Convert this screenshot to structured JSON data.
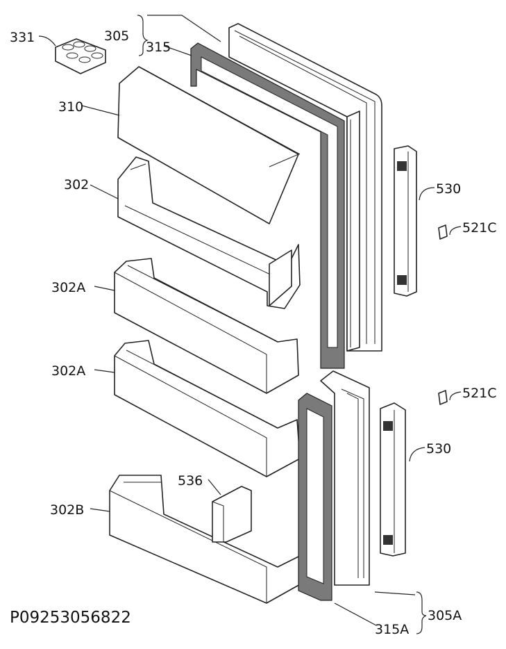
{
  "labels": {
    "l331": "331",
    "l305": "305",
    "l315": "315",
    "l310": "310",
    "l302": "302",
    "l302a_1": "302A",
    "l302a_2": "302A",
    "l302b": "302B",
    "l536": "536",
    "l530_1": "530",
    "l530_2": "530",
    "l521c_1": "521C",
    "l521c_2": "521C",
    "l305a": "305A",
    "l315a": "315A"
  },
  "drawing_code": "P09253056822"
}
